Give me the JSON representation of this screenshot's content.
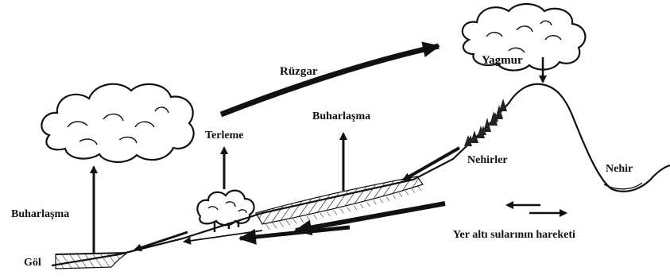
{
  "labels": {
    "ruzgar": "Rüzgar",
    "yagmur": "Yagmur",
    "terleme": "Terleme",
    "buharlasma_center": "Buharlaşma",
    "buharlasma_left": "Buharlaşma",
    "nehirler": "Nehirler",
    "nehir": "Nehir",
    "yer_alti": "Yer altı sularının hareketi",
    "gol": "Göl"
  },
  "colors": {
    "ink": "#111111",
    "background": "#ffffff"
  },
  "icons": [
    "cloud-left-icon",
    "cloud-right-icon",
    "tree-cluster-icon",
    "forest-icon",
    "lake-icon"
  ]
}
